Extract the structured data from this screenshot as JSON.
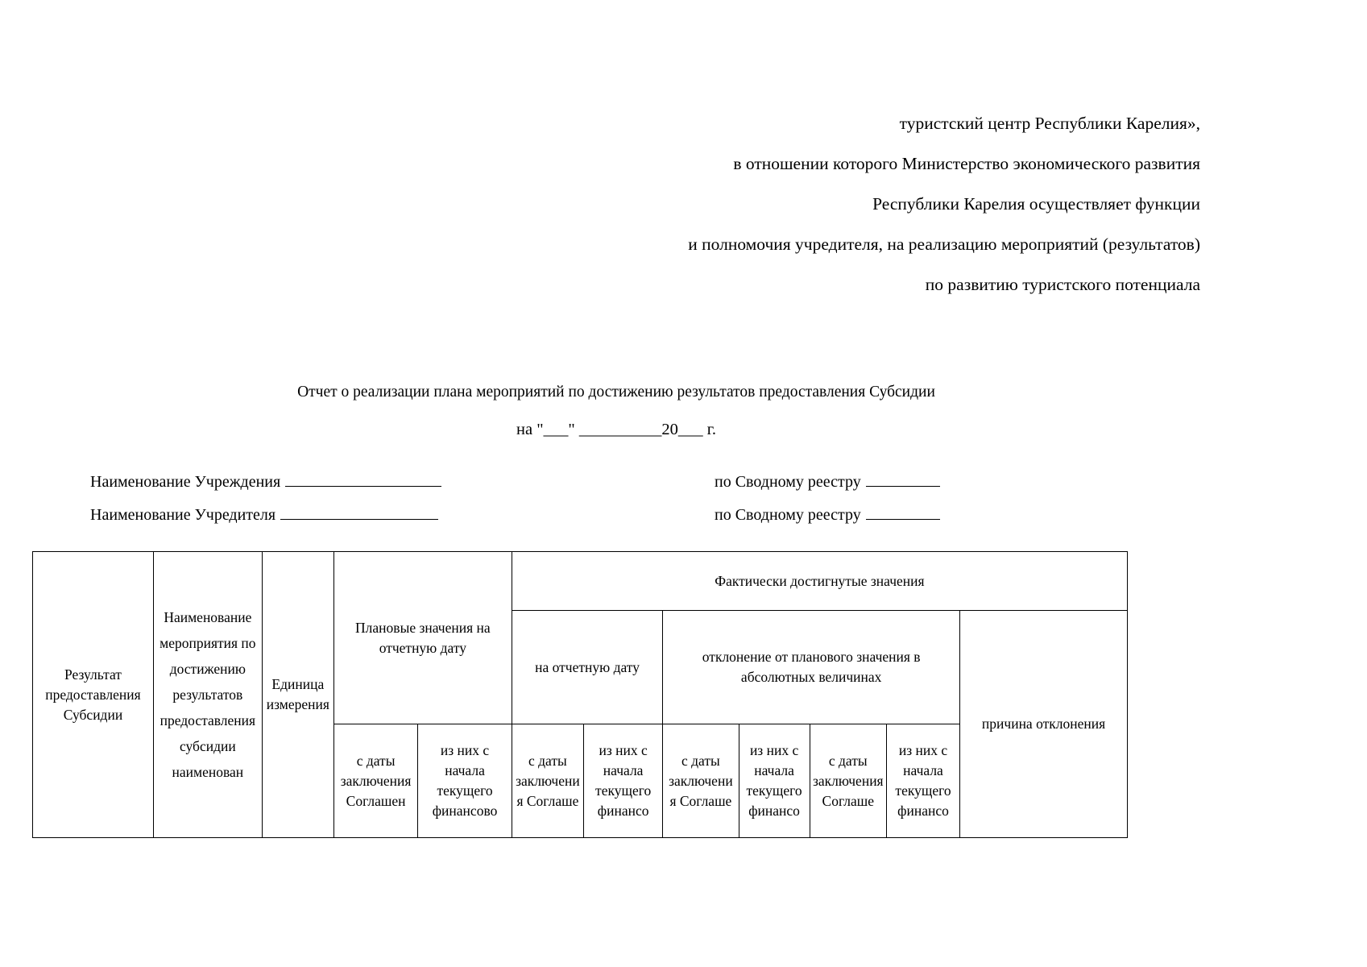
{
  "document": {
    "preamble_lines": [
      "туристский центр Республики Карелия»,",
      "в отношении которого Министерство экономического развития",
      "Республики Карелия осуществляет функции",
      "и полномочия учредителя, на реализацию мероприятий (результатов)",
      "по развитию туристского потенциала"
    ],
    "report_title": "Отчет о реализации плана мероприятий по достижению результатов предоставления Субсидии",
    "report_date_line": "на \"___\" __________20___ г.",
    "form_rows": [
      {
        "left_label": "Наименование Учреждения",
        "right_label": "по Сводному реестру"
      },
      {
        "left_label": "Наименование Учредителя",
        "right_label": "по Сводному реестру"
      }
    ]
  },
  "table": {
    "col_result": "Результат предоставления Субсидии",
    "col_measure_name": "Наименование мероприятия по достижению результатов предоставления субсидии наименован",
    "col_unit": "Единица измерения",
    "grp_plan": "Плановые значения на отчетную дату",
    "grp_fact": "Фактически достигнутые значения",
    "sub_fact_report_date": "на отчетную дату",
    "sub_fact_deviation": "отклонение от планового значения в абсолютных величинах",
    "col_reason": "причина отклонения",
    "leaf_headers": [
      "с даты заключения Соглашен",
      "из них с начала текущего финансово",
      "с даты заключения Соглаше",
      "из них с начала текущего финансо",
      "с даты заключения Соглаше",
      "из них с начала текущего финансо",
      "с даты заключения Соглаше",
      "из них с начала текущего финансо"
    ]
  }
}
